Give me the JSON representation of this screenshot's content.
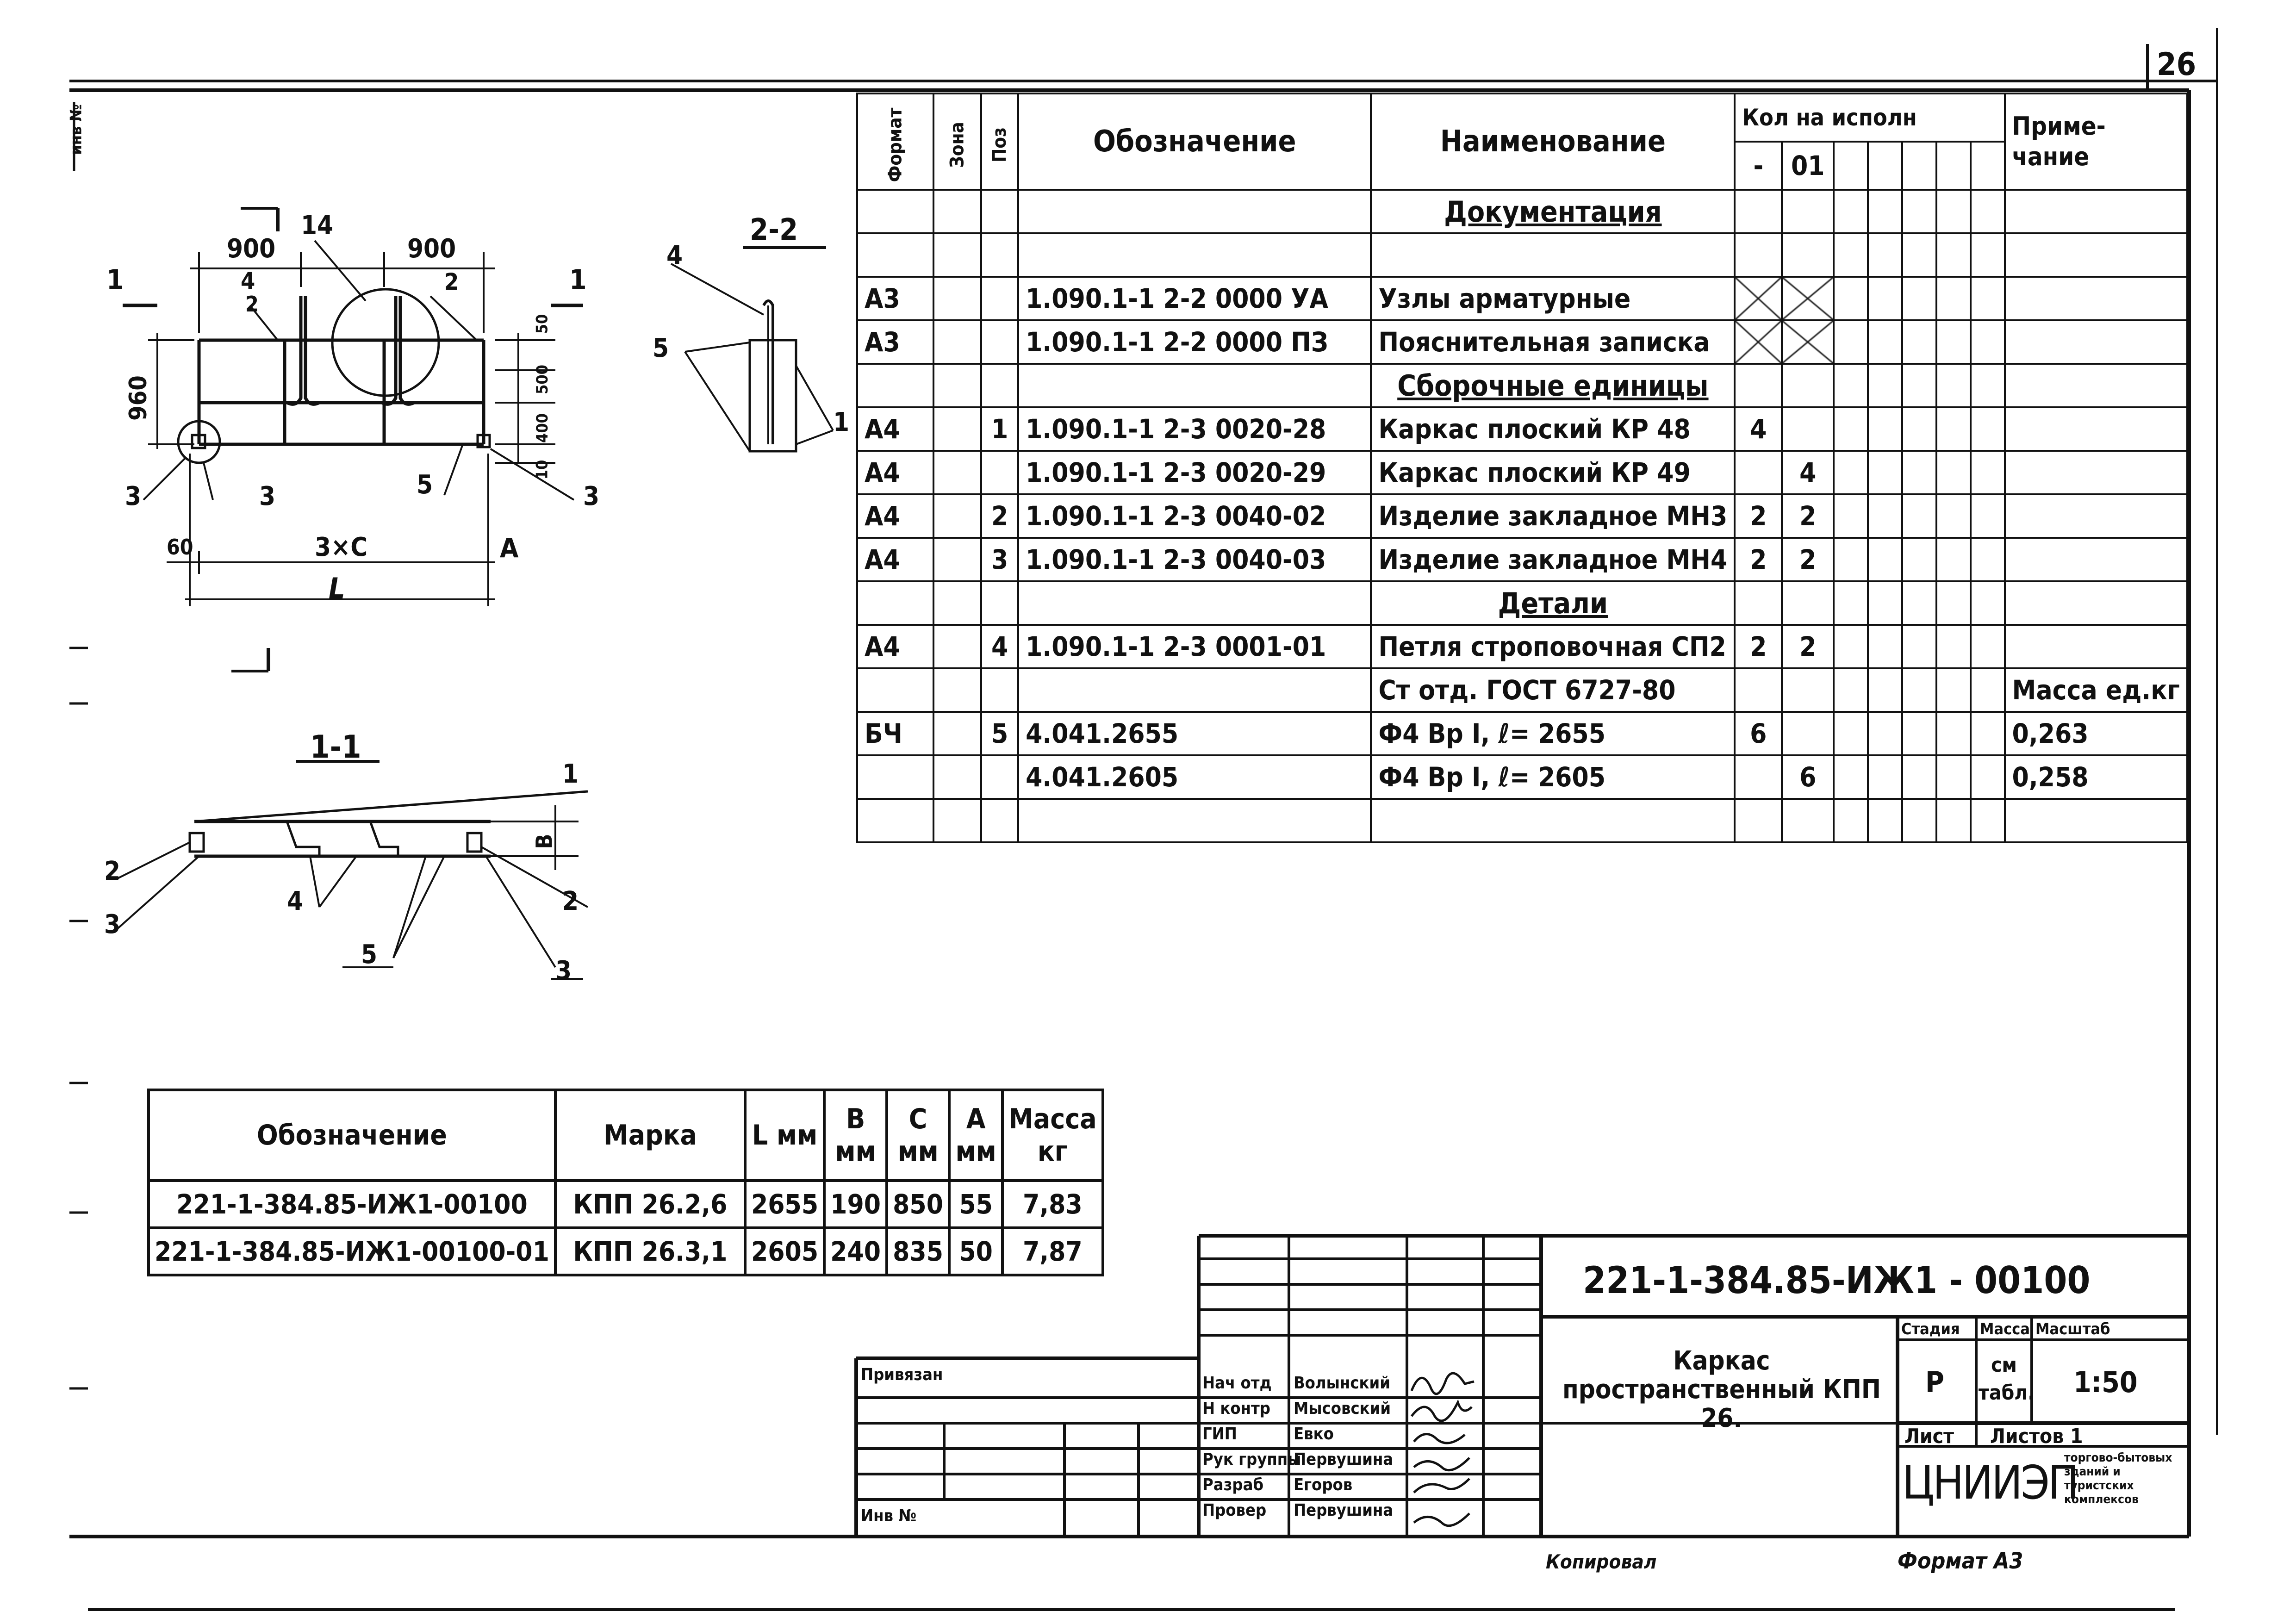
{
  "page_number": "26",
  "margin_mark": "инв №",
  "spec": {
    "headers": {
      "format": "Формат",
      "zone": "Зона",
      "pos": "Поз",
      "designation": "Обозначение",
      "name": "Наименование",
      "qty": "Кол на исполн",
      "qty_sub_1": "-",
      "qty_sub_2": "01",
      "note": "Приме-чание"
    },
    "rows": [
      {
        "format": "",
        "pos": "",
        "designation": "",
        "name": "Документация",
        "q1": "",
        "q2": "",
        "note": "",
        "section": true
      },
      {
        "format": "",
        "pos": "",
        "designation": "",
        "name": "",
        "q1": "",
        "q2": "",
        "note": ""
      },
      {
        "format": "А3",
        "pos": "",
        "designation": "1.090.1-1 2-2 0000 УА",
        "name": "Узлы арматурные",
        "q1": "",
        "q2": "",
        "note": "",
        "crossed": true
      },
      {
        "format": "А3",
        "pos": "",
        "designation": "1.090.1-1 2-2 0000 ПЗ",
        "name": "Пояснительная записка",
        "q1": "",
        "q2": "",
        "note": "",
        "crossed": true
      },
      {
        "format": "",
        "pos": "",
        "designation": "",
        "name": "Сборочные единицы",
        "q1": "",
        "q2": "",
        "note": "",
        "section": true
      },
      {
        "format": "А4",
        "pos": "1",
        "designation": "1.090.1-1 2-3 0020-28",
        "name": "Каркас плоский КР 48",
        "q1": "4",
        "q2": "",
        "note": ""
      },
      {
        "format": "А4",
        "pos": "",
        "designation": "1.090.1-1 2-3 0020-29",
        "name": "Каркас плоский КР 49",
        "q1": "",
        "q2": "4",
        "note": ""
      },
      {
        "format": "А4",
        "pos": "2",
        "designation": "1.090.1-1 2-3 0040-02",
        "name": "Изделие закладное МН3",
        "q1": "2",
        "q2": "2",
        "note": ""
      },
      {
        "format": "А4",
        "pos": "3",
        "designation": "1.090.1-1 2-3 0040-03",
        "name": "Изделие закладное МН4",
        "q1": "2",
        "q2": "2",
        "note": ""
      },
      {
        "format": "",
        "pos": "",
        "designation": "",
        "name": "Детали",
        "q1": "",
        "q2": "",
        "note": "",
        "section": true
      },
      {
        "format": "А4",
        "pos": "4",
        "designation": "1.090.1-1 2-3 0001-01",
        "name": "Петля строповочная СП2",
        "q1": "2",
        "q2": "2",
        "note": ""
      },
      {
        "format": "",
        "pos": "",
        "designation": "",
        "name": "Ст отд. ГОСТ 6727-80",
        "q1": "",
        "q2": "",
        "note": "Масса ед.кг"
      },
      {
        "format": "БЧ",
        "pos": "5",
        "designation": "4.041.2655",
        "name": "Ф4 Вр I, ℓ= 2655",
        "q1": "6",
        "q2": "",
        "note": "0,263"
      },
      {
        "format": "",
        "pos": "",
        "designation": "4.041.2605",
        "name": "Ф4 Вр I, ℓ= 2605",
        "q1": "",
        "q2": "6",
        "note": "0,258"
      },
      {
        "format": "",
        "pos": "",
        "designation": "",
        "name": "",
        "q1": "",
        "q2": "",
        "note": ""
      }
    ]
  },
  "dims_table": {
    "headers": [
      "Обозначение",
      "Марка",
      "L мм",
      "B мм",
      "C мм",
      "A мм",
      "Масса кг"
    ],
    "rows": [
      [
        "221-1-384.85-ИЖ1-00100",
        "КПП 26.2,6",
        "2655",
        "190",
        "850",
        "55",
        "7,83"
      ],
      [
        "221-1-384.85-ИЖ1-00100-01",
        "КПП 26.3,1",
        "2605",
        "240",
        "835",
        "50",
        "7,87"
      ]
    ]
  },
  "drawing": {
    "plan_labels": [
      "900",
      "900",
      "14",
      "4",
      "2",
      "2",
      "1",
      "1",
      "960",
      "50",
      "500",
      "400",
      "10",
      "3",
      "3",
      "5",
      "3",
      "60",
      "3×C",
      "A",
      "L"
    ],
    "section_2_title": "2-2",
    "section_1_title": "1-1",
    "sec2_labels": [
      "4",
      "5",
      "1"
    ],
    "sec1_labels": [
      "1",
      "B",
      "2",
      "3",
      "4",
      "5",
      "2",
      "3"
    ]
  },
  "title_block": {
    "code": "221-1-384.85-ИЖ1 - 00100",
    "name": "Каркас пространственный КПП 26.",
    "stage_label": "Стадия",
    "mass_label": "Масса",
    "scale_label": "Масштаб",
    "stage": "Р",
    "mass": "см табл.",
    "scale": "1:50",
    "sheet_label": "Лист",
    "sheets_label": "Листов 1",
    "org": "ЦНИИЭП",
    "org_desc": "торгово-бытовых зданий и туристских комплексов",
    "privyazan": "Привязан",
    "inv_no": "Инв №",
    "roles": [
      {
        "role": "Нач отд",
        "person": "Волынский"
      },
      {
        "role": "Н контр",
        "person": "Мысовский"
      },
      {
        "role": "ГИП",
        "person": "Евко"
      },
      {
        "role": "Рук группы",
        "person": "Первушина"
      },
      {
        "role": "Разраб",
        "person": "Егоров"
      },
      {
        "role": "Провер",
        "person": "Первушина"
      }
    ]
  },
  "footer": {
    "copied": "Копировал",
    "format": "Формат А3"
  }
}
